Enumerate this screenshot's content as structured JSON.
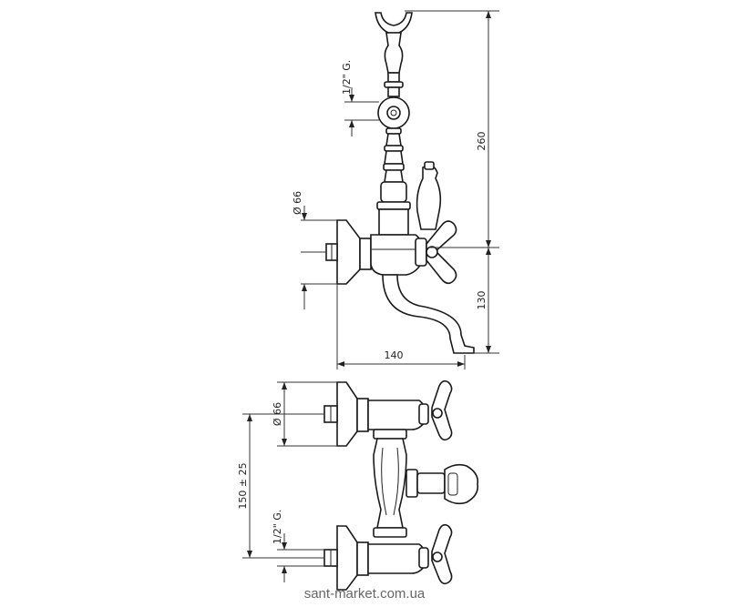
{
  "dimensions": {
    "thread_top": "1/2\" G.",
    "height_total": "260",
    "diameter_top": "Ø 66",
    "height_spout": "130",
    "spout_reach": "140",
    "diameter_bottom": "Ø 66",
    "center_distance": "150 ± 25",
    "thread_bottom": "1/2\" G."
  },
  "watermark": "sant-market.com.ua",
  "line_color": "#222222"
}
